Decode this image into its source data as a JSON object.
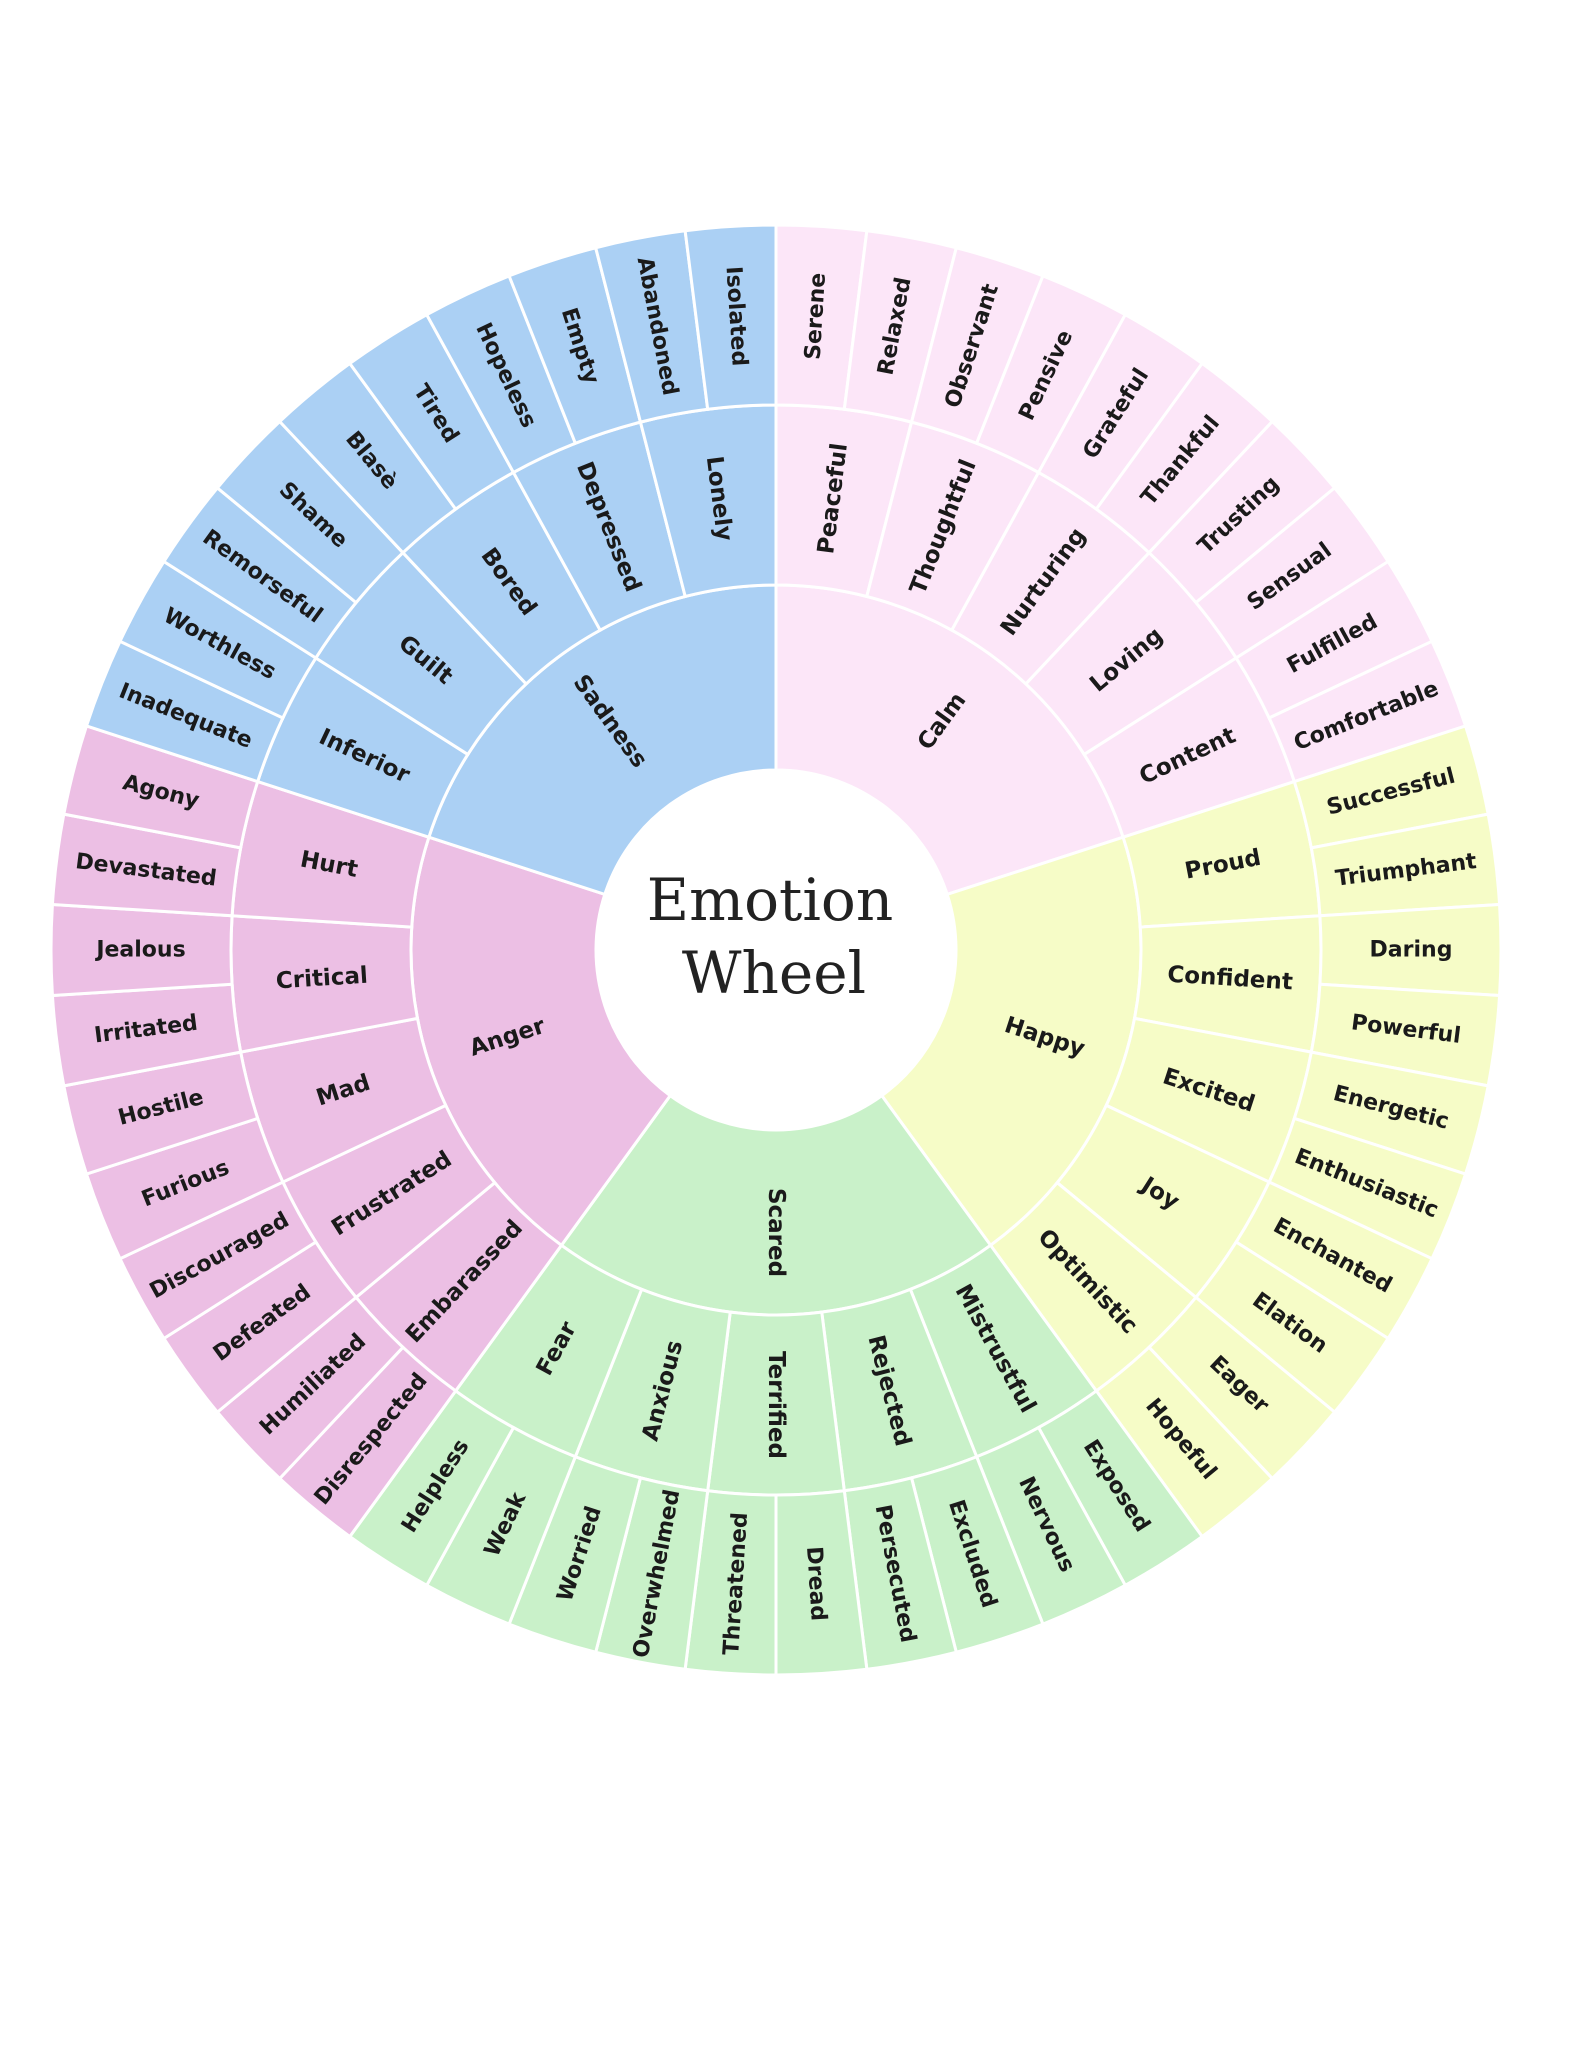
{
  "title_lines": [
    "Emotion",
    "Wheel"
  ],
  "wheel": [
    {
      "core": "Calm",
      "color": "#fce6f8",
      "children": [
        {
          "name": "Peaceful",
          "leaves": [
            "Serene",
            "Relaxed"
          ]
        },
        {
          "name": "Thoughtful",
          "leaves": [
            "Observant",
            "Pensive"
          ]
        },
        {
          "name": "Nurturing",
          "leaves": [
            "Grateful",
            "Thankful"
          ]
        },
        {
          "name": "Loving",
          "leaves": [
            "Trusting",
            "Sensual"
          ]
        },
        {
          "name": "Content",
          "leaves": [
            "Fulfilled",
            "Comfortable"
          ]
        }
      ]
    },
    {
      "core": "Happy",
      "color": "#f6fcc7",
      "children": [
        {
          "name": "Proud",
          "leaves": [
            "Successful",
            "Triumphant"
          ]
        },
        {
          "name": "Confident",
          "leaves": [
            "Daring",
            "Powerful"
          ]
        },
        {
          "name": "Excited",
          "leaves": [
            "Energetic",
            "Enthusiastic"
          ]
        },
        {
          "name": "Joy",
          "leaves": [
            "Enchanted",
            "Elation"
          ]
        },
        {
          "name": "Optimistic",
          "leaves": [
            "Eager",
            "Hopeful"
          ]
        }
      ]
    },
    {
      "core": "Scared",
      "color": "#c9f1c9",
      "children": [
        {
          "name": "Mistrustful",
          "leaves": [
            "Exposed",
            "Nervous"
          ]
        },
        {
          "name": "Rejected",
          "leaves": [
            "Excluded",
            "Persecuted"
          ]
        },
        {
          "name": "Terrified",
          "leaves": [
            "Dread",
            "Threatened"
          ]
        },
        {
          "name": "Anxious",
          "leaves": [
            "Overwhelmed",
            "Worried"
          ]
        },
        {
          "name": "Fear",
          "leaves": [
            "Weak",
            "Helpless"
          ]
        }
      ]
    },
    {
      "core": "Anger",
      "color": "#ecbfe4",
      "children": [
        {
          "name": "Embarassed",
          "leaves": [
            "Disrespected",
            "Humiliated"
          ]
        },
        {
          "name": "Frustrated",
          "leaves": [
            "Defeated",
            "Discouraged"
          ]
        },
        {
          "name": "Mad",
          "leaves": [
            "Furious",
            "Hostile"
          ]
        },
        {
          "name": "Critical",
          "leaves": [
            "Irritated",
            "Jealous"
          ]
        },
        {
          "name": "Hurt",
          "leaves": [
            "Devastated",
            "Agony"
          ]
        }
      ]
    },
    {
      "core": "Sadness",
      "color": "#abd0f4",
      "children": [
        {
          "name": "Inferior",
          "leaves": [
            "Inadequate",
            "Worthless"
          ]
        },
        {
          "name": "Guilt",
          "leaves": [
            "Remorseful",
            "Shame"
          ]
        },
        {
          "name": "Bored",
          "leaves": [
            "Blasè",
            "Tired"
          ]
        },
        {
          "name": "Depressed",
          "leaves": [
            "Hopeless",
            "Empty"
          ]
        },
        {
          "name": "Lonely",
          "leaves": [
            "Abandoned",
            "Isolated"
          ]
        }
      ]
    }
  ]
}
